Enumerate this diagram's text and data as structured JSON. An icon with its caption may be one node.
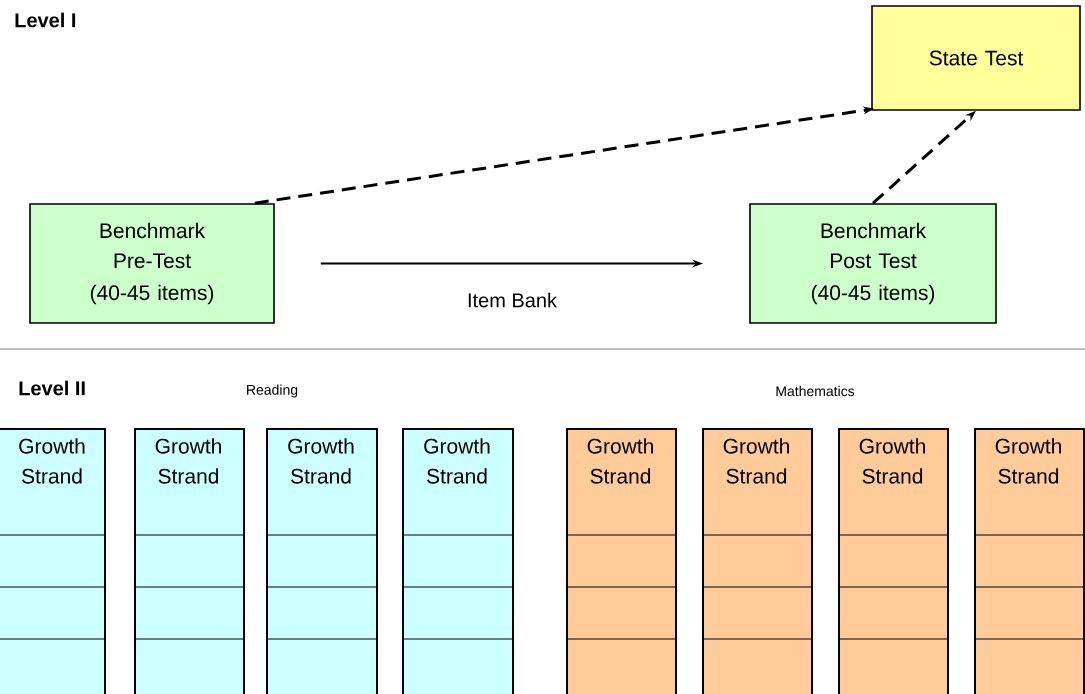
{
  "diagram": {
    "nodes": [
      {
        "text": [
          "Benchmark Pre-Test",
          "(40-45 items)"
        ]
      },
      {
        "text": [
          "State Test"
        ]
      },
      {
        "text": [
          "Benchmark Post Test",
          "(40-45 items)"
        ]
      },
      {
        "text": [
          "Growth Strand"
        ]
      },
      {
        "text": [
          "Growth Strand"
        ]
      },
      {
        "text": [
          "Growth Strand"
        ]
      },
      {
        "text": [
          "Growth Strand"
        ]
      },
      {
        "text": [
          "Growth Strand"
        ]
      },
      {
        "text": [
          "Growth Strand"
        ]
      },
      {
        "text": [
          "Growth Strand"
        ]
      },
      {
        "text": [
          "Growth Strand"
        ]
      }
    ],
    "edges": [
      {
        "from": 0,
        "to": 1,
        "arrow": "to",
        "style": "dashed"
      },
      {
        "from": 2,
        "to": 1,
        "arrow": "to",
        "style": "dashed"
      },
      {
        "from": 0,
        "to": 2,
        "arrow": "to",
        "label": "Item Bank"
      }
    ],
    "labels": [
      "Level I",
      "Level II",
      "Reading",
      "Mathematics"
    ]
  }
}
